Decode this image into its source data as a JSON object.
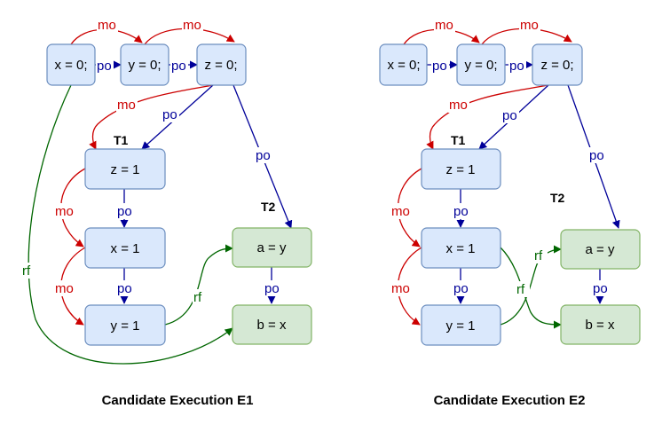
{
  "colors": {
    "node_blue_fill": "#dae8fc",
    "node_blue_stroke": "#6c8ebf",
    "node_green_fill": "#d5e8d4",
    "node_green_stroke": "#82b366",
    "po": "#000099",
    "mo": "#cc0000",
    "rf": "#006600"
  },
  "edge_labels": {
    "po": "po",
    "mo": "mo",
    "rf": "rf"
  },
  "diagrams": [
    {
      "caption": "Candidate Execution E1",
      "thread1_label": "T1",
      "thread2_label": "T2",
      "init": [
        "x = 0;",
        "y = 0;",
        "z = 0;"
      ],
      "t1": [
        "z = 1",
        "x = 1",
        "y = 1"
      ],
      "t2": [
        "a = y",
        "b = x"
      ]
    },
    {
      "caption": "Candidate Execution E2",
      "thread1_label": "T1",
      "thread2_label": "T2",
      "init": [
        "x = 0;",
        "y = 0;",
        "z = 0;"
      ],
      "t1": [
        "z = 1",
        "x = 1",
        "y = 1"
      ],
      "t2": [
        "a = y",
        "b = x"
      ]
    }
  ]
}
